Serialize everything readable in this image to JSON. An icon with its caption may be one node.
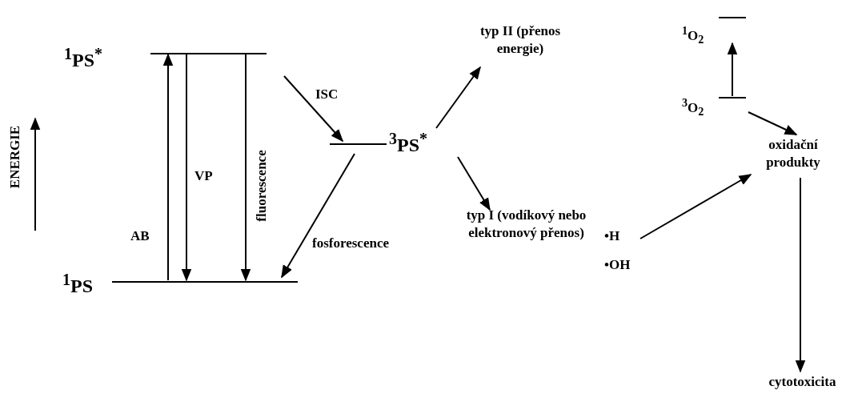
{
  "diagram": {
    "nodes": [
      {
        "text": [
          "$^{1}$PS$^{*}$"
        ]
      },
      {
        "text": [
          "$^{3}$PS$^{*}$"
        ]
      },
      {
        "text": [
          "$^{1}$PS"
        ]
      },
      {
        "text": [
          "typ II (přenos energie)"
        ]
      },
      {
        "text": [
          "$^{3}$O$_{2}$"
        ]
      },
      {
        "text": [
          "$^{1}$O$_{2}$"
        ]
      },
      {
        "text": [
          "oxidační produkty"
        ]
      },
      {
        "text": [
          "typ I (vodíkový nebo elektronový přenos)"
        ]
      },
      {
        "text": [
          "•H"
        ]
      },
      {
        "text": [
          "•OH"
        ]
      },
      {
        "text": [
          "cytotoxicita"
        ]
      }
    ],
    "edges": [
      {
        "from": 2,
        "to": 0,
        "arrow": "to",
        "label": "AB"
      },
      {
        "from": 0,
        "to": 2,
        "arrow": "to",
        "label": "VP"
      },
      {
        "from": 0,
        "to": 2,
        "arrow": "to",
        "label": "fluorescence"
      },
      {
        "from": 0,
        "to": 1,
        "arrow": "to",
        "label": "ISC"
      },
      {
        "from": 1,
        "to": 2,
        "arrow": "to",
        "label": "fosforescence"
      },
      {
        "from": 1,
        "to": 3,
        "arrow": "to"
      },
      {
        "from": 1,
        "to": 7,
        "arrow": "to"
      },
      {
        "from": 4,
        "to": 5,
        "arrow": "to"
      },
      {
        "from": 4,
        "to": 6,
        "arrow": "to"
      },
      {
        "from": 8,
        "to": 6,
        "arrow": "to"
      },
      {
        "from": 6,
        "to": 10,
        "arrow": "to"
      }
    ],
    "labels": [
      "ENERGIE"
    ]
  }
}
